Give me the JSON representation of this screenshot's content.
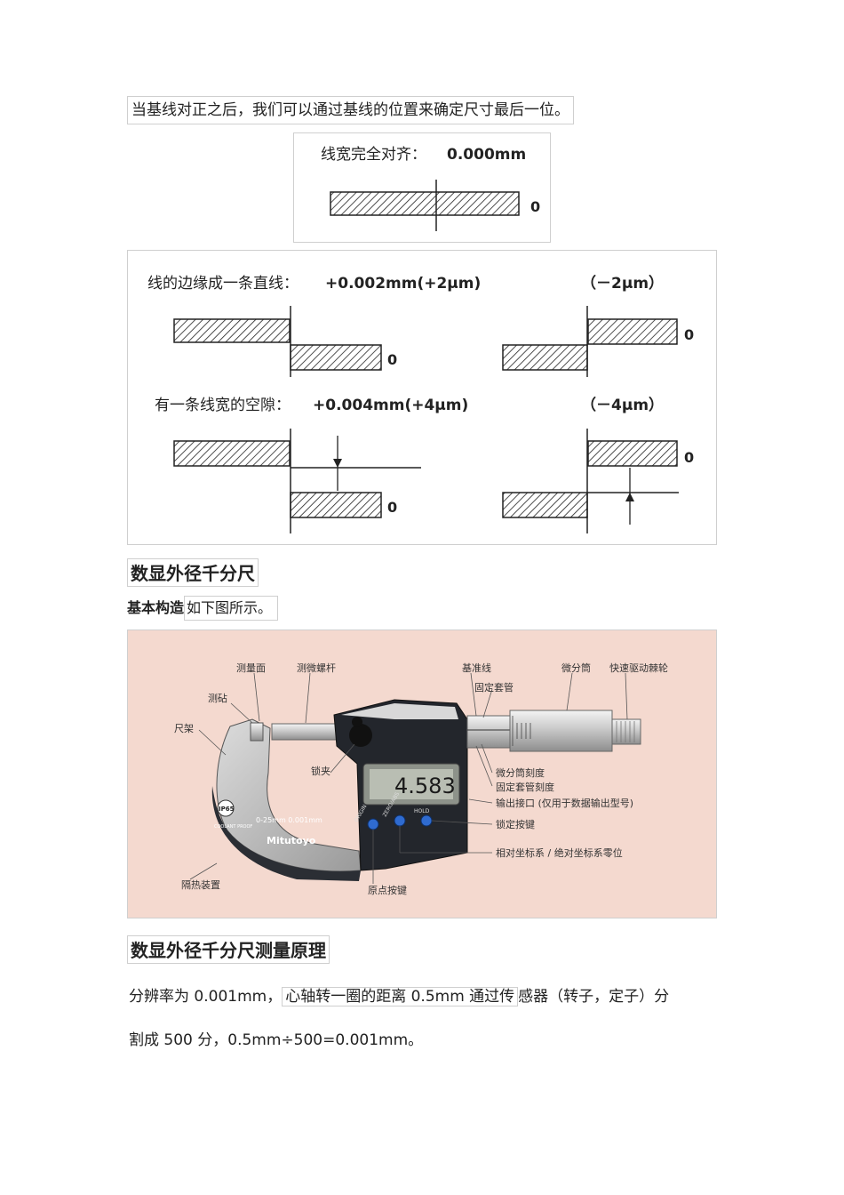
{
  "intro_line": "当基线对正之后，我们可以通过基线的位置来确定尺寸最后一位。",
  "figure_align": {
    "caption": "线宽完全对齐：",
    "value": "0.000mm",
    "zero": "0"
  },
  "figure_offsets": {
    "row1_caption": "线的边缘成一条直线：",
    "row1_value": "+0.002mm(+2μm)",
    "row1_neg": "（－2μm）",
    "row2_caption": "有一条线宽的空隙：",
    "row2_value": "+0.004mm(+4μm)",
    "row2_neg": "（－4μm）",
    "zero": "0"
  },
  "heading_digital": "数显外径千分尺",
  "basic": {
    "bold": "基本构造",
    "rest": "如下图所示。"
  },
  "micrometer": {
    "display": "4.583",
    "range_text": "0-25mm 0.001mm",
    "brand": "Mitutoyo",
    "ip": "IP65",
    "coolant": "COOLANT PROOF",
    "btn_origin": "ORIGIN",
    "btn_zero": "ZERO/ABS",
    "btn_hold": "HOLD",
    "labels": {
      "measuring_face": "测量面",
      "spindle": "测微螺杆",
      "anvil": "测砧",
      "frame": "尺架",
      "clamp": "锁夹",
      "heat_insulator": "隔热装置",
      "origin_button": "原点按键",
      "baseline": "基准线",
      "sleeve": "固定套管",
      "thimble": "微分筒",
      "ratchet": "快速驱动棘轮",
      "thimble_scale": "微分筒刻度",
      "sleeve_scale": "固定套管刻度",
      "output": "输出接口 (仅用于数据输出型号)",
      "hold_button": "锁定按键",
      "zero_abs": "相对坐标系 / 绝对坐标系零位"
    }
  },
  "heading_principle": "数显外径千分尺测量原理",
  "principle": {
    "p1_a": "分辨率为 0.001mm，",
    "p1_b": "心轴转一圈的距离 0.5mm 通过传",
    "p1_c": "感器（转子，定子）分",
    "p2": "割成 500 分，0.5mm÷500=0.001mm。"
  }
}
